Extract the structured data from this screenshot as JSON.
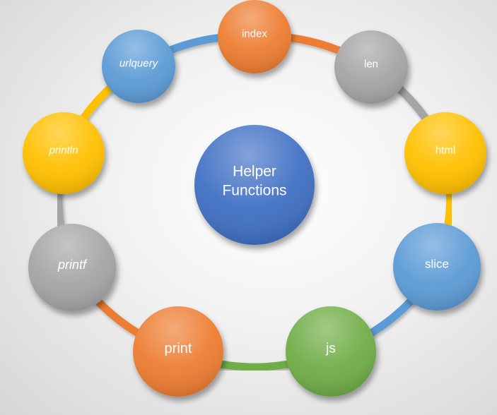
{
  "center": {
    "line1": "Helper",
    "line2": "Functions",
    "color": "#3f6fc4"
  },
  "nodes": [
    {
      "id": "index",
      "label": "index",
      "color": "#ed7d31",
      "italic": false
    },
    {
      "id": "len",
      "label": "len",
      "color": "#a5a5a5",
      "italic": false
    },
    {
      "id": "html",
      "label": "html",
      "color": "#ffc000",
      "italic": false
    },
    {
      "id": "slice",
      "label": "slice",
      "color": "#5b9bd5",
      "italic": false
    },
    {
      "id": "js",
      "label": "js",
      "color": "#70ad47",
      "italic": false
    },
    {
      "id": "print",
      "label": "print",
      "color": "#ed7d31",
      "italic": false
    },
    {
      "id": "printf",
      "label": "printf",
      "color": "#a5a5a5",
      "italic": true
    },
    {
      "id": "println",
      "label": "println",
      "color": "#ffc000",
      "italic": true
    },
    {
      "id": "urlquery",
      "label": "urlquery",
      "color": "#5b9bd5",
      "italic": true
    }
  ]
}
